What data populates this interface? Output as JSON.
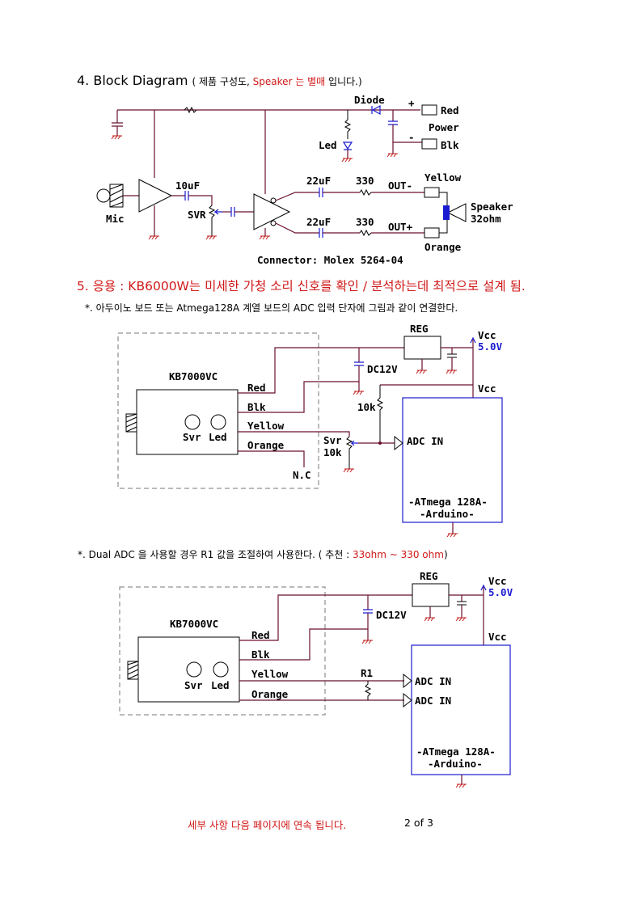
{
  "section4": {
    "number": "4.",
    "title": "Block Diagram",
    "paren_open": "( 제품 구성도, ",
    "speaker_note": "Speaker 는 별매",
    "paren_close": " 입니다.)"
  },
  "block_diagram": {
    "diode": "Diode",
    "plus": "+",
    "minus": "-",
    "red": "Red",
    "power": "Power",
    "blk": "Blk",
    "led": "Led",
    "mic": "Mic",
    "cap_10uf": "10uF",
    "svr": "SVR",
    "cap_22uf_top": "22uF",
    "cap_22uf_bottom": "22uF",
    "res_330_top": "330",
    "res_330_bottom": "330",
    "out_minus": "OUT-",
    "out_plus": "OUT+",
    "yellow": "Yellow",
    "orange": "Orange",
    "speaker": "Speaker",
    "speaker_ohm": "32ohm",
    "connector": "Connector: Molex 5264-04"
  },
  "section5": {
    "title": "5. 응용 : KB6000W는 미세한 가청 소리 신호를 확인 / 분석하는데 최적으로 설계 됨.",
    "note1": "*. 아두이노 보드 또는 Atmega128A 계열 보드의 ADC 입력 단자에 그림과 같이 연결한다.",
    "note2_prefix": "*.  Dual ADC 을 사용할 경우 R1 값을 조절하여 사용한다. ( 추천 : ",
    "note2_highlight": "33ohm ~ 330 ohm",
    "note2_suffix": ")"
  },
  "diagram1": {
    "module": "KB7000VC",
    "red": "Red",
    "blk": "Blk",
    "yellow": "Yellow",
    "orange": "Orange",
    "svr": "Svr",
    "led": "Led",
    "reg": "REG",
    "vcc_top": "Vcc",
    "vcc_value": "5.0V",
    "dc12v": "DC12V",
    "vcc_board": "Vcc",
    "res_10k": "10k",
    "svr_label": "Svr",
    "svr_value": "10k",
    "adc_in": "ADC IN",
    "nc": "N.C",
    "board_line1": "-ATmega 128A-",
    "board_line2": "-Arduino-"
  },
  "diagram2": {
    "module": "KB7000VC",
    "red": "Red",
    "blk": "Blk",
    "yellow": "Yellow",
    "orange": "Orange",
    "svr": "Svr",
    "led": "Led",
    "reg": "REG",
    "vcc_top": "Vcc",
    "vcc_value": "5.0V",
    "dc12v": "DC12V",
    "vcc_board": "Vcc",
    "r1": "R1",
    "adc_in_1": "ADC IN",
    "adc_in_2": "ADC IN",
    "board_line1": "-ATmega 128A-",
    "board_line2": "-Arduino-"
  },
  "footer": {
    "continued": "세부 사항 다음 페이지에 연속 됩니다.",
    "page": "2 of  3"
  }
}
